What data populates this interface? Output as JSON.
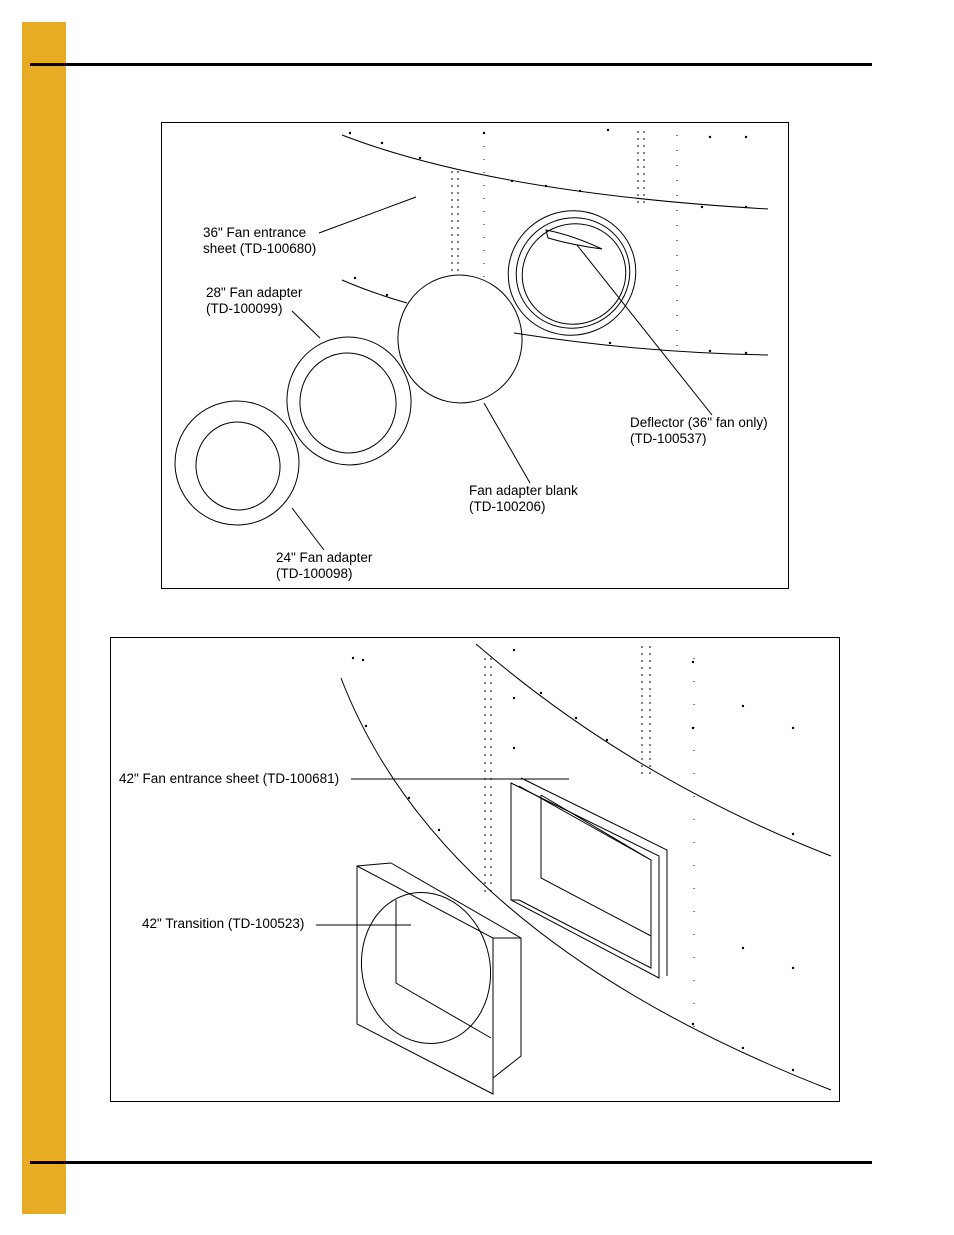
{
  "figure1": {
    "labels": {
      "fan_entrance_sheet_36": "36\" Fan entrance\nsheet (TD-100680)",
      "fan_adapter_28": "28\" Fan adapter\n(TD-100099)",
      "deflector": "Deflector (36\" fan only)\n(TD-100537)",
      "fan_adapter_blank": "Fan adapter blank\n(TD-100206)",
      "fan_adapter_24": "24\" Fan adapter\n(TD-100098)"
    }
  },
  "figure2": {
    "labels": {
      "fan_entrance_sheet_42": "42\" Fan entrance sheet (TD-100681)",
      "transition_42": "42\" Transition (TD-100523)"
    }
  }
}
